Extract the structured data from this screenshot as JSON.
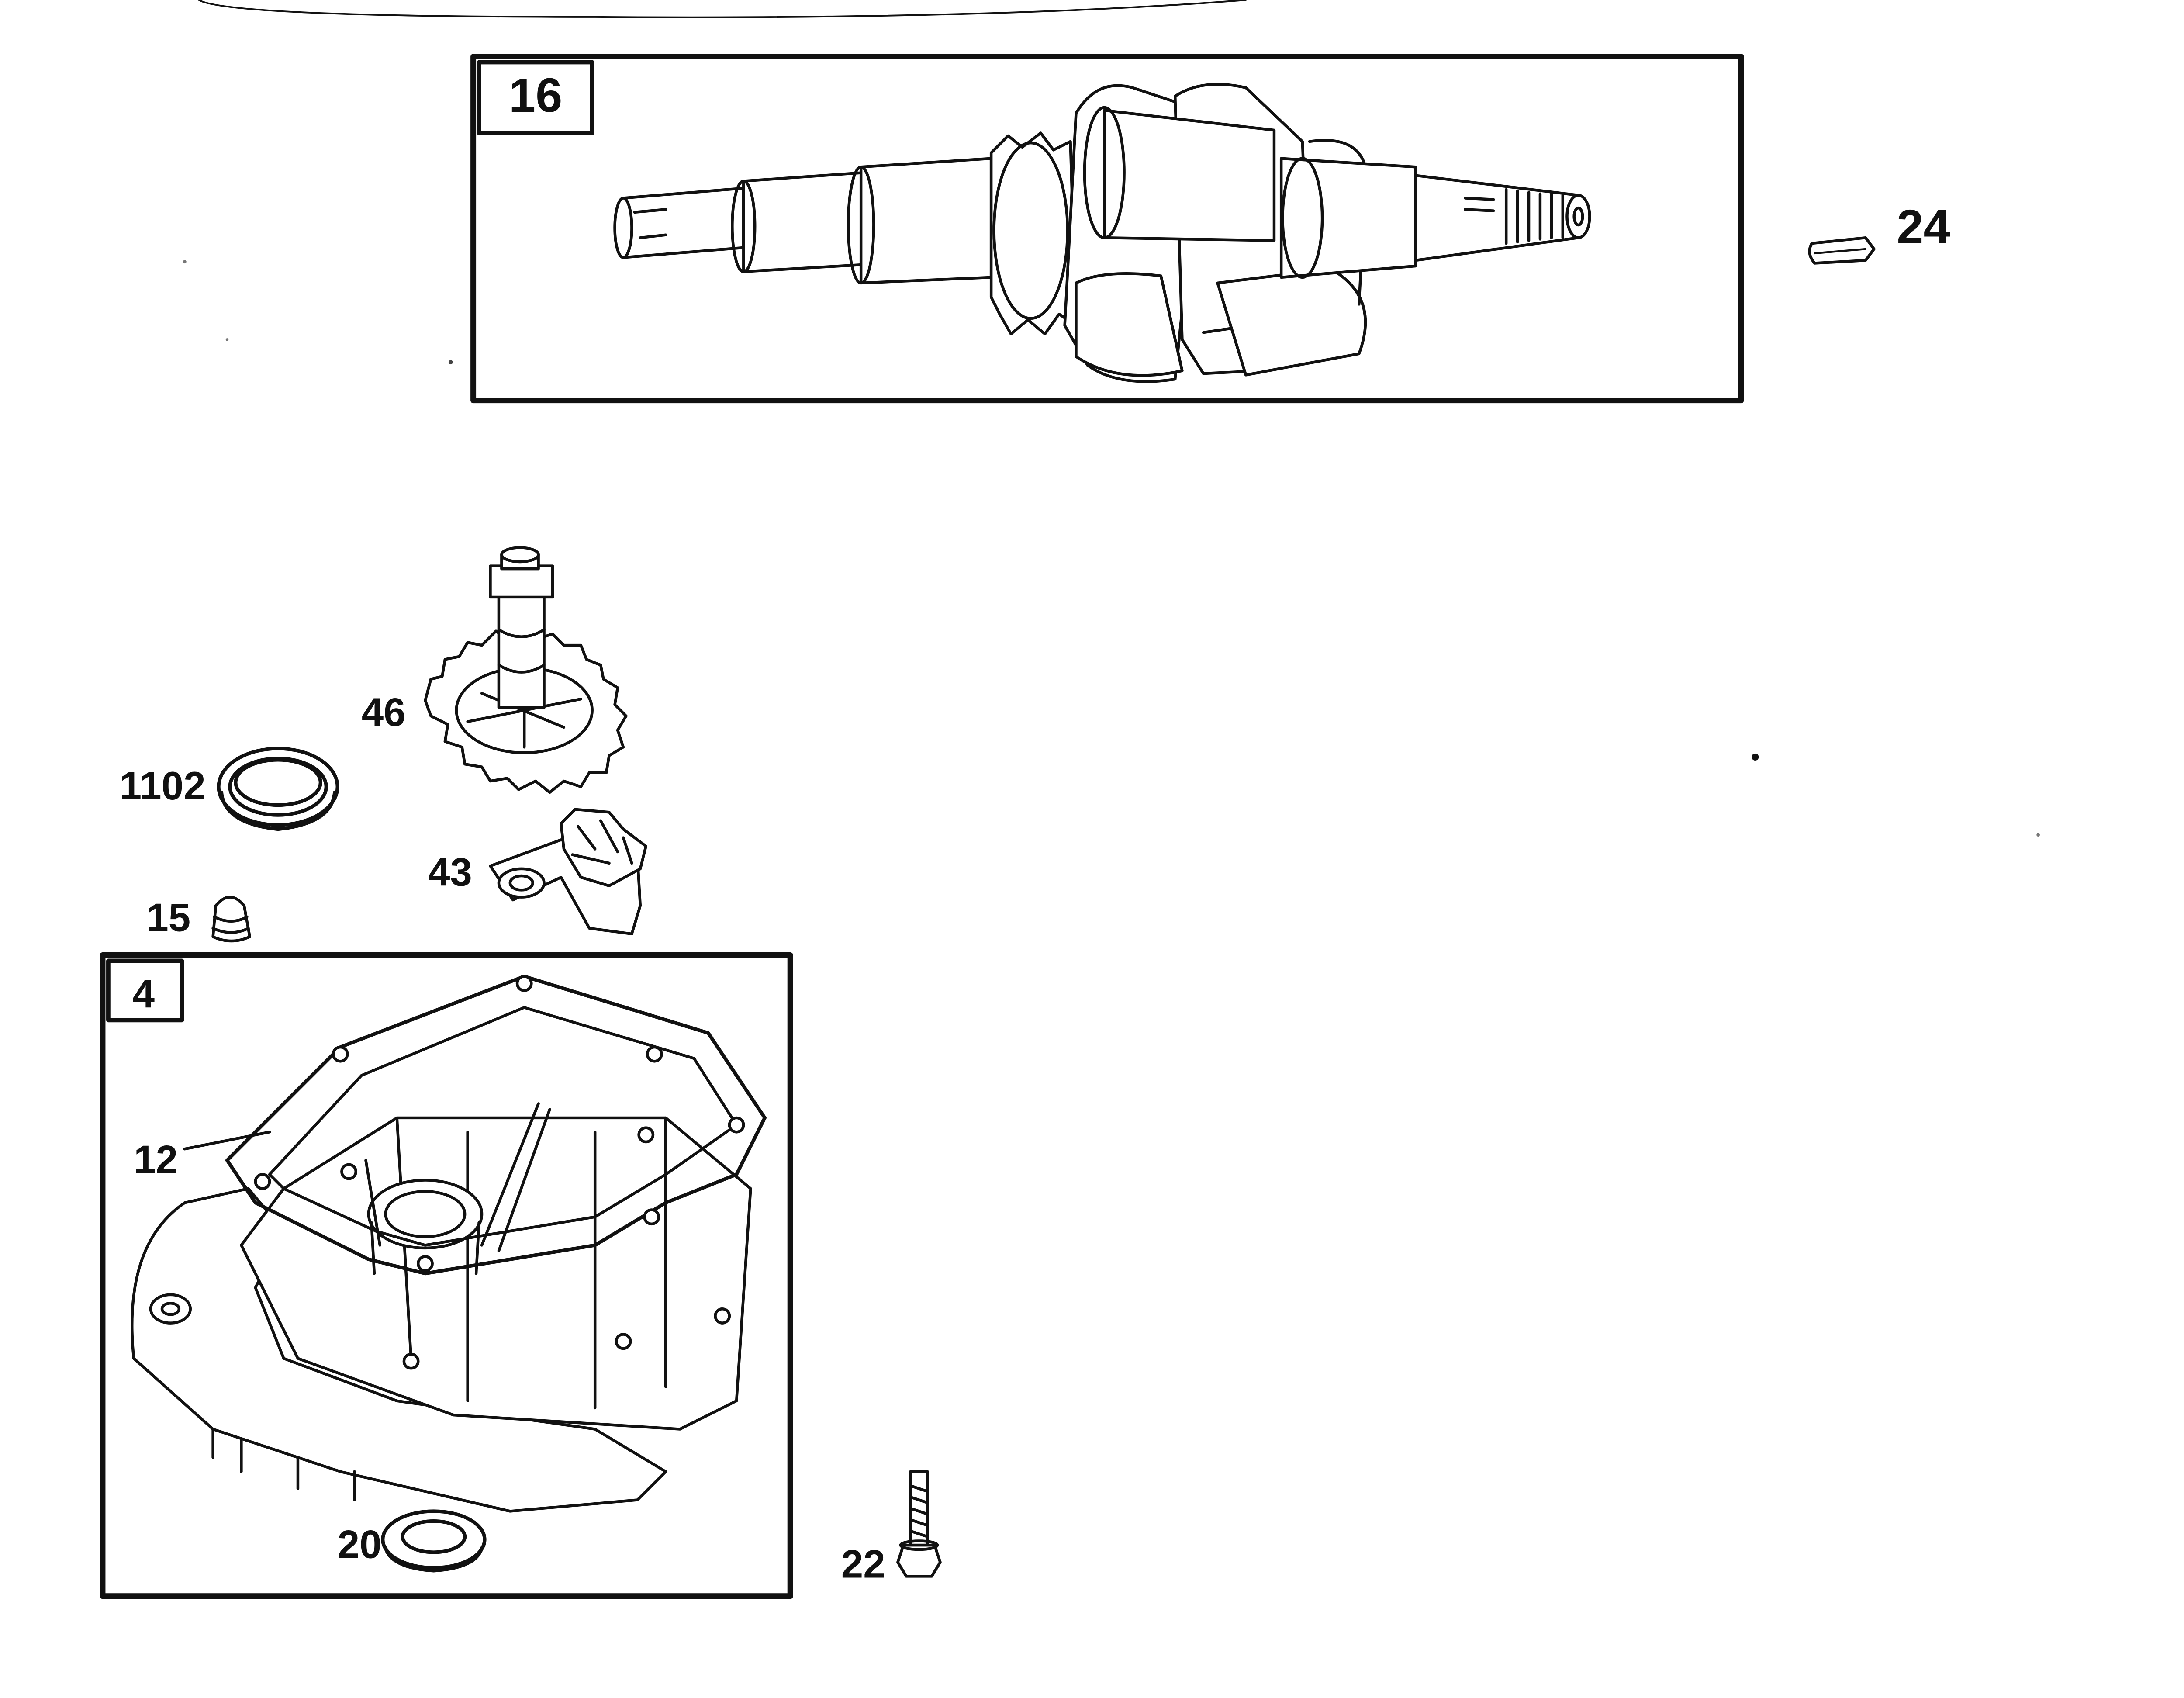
{
  "diagram": {
    "boxes": {
      "crankshaft_box": {
        "number": "16"
      },
      "crankcase_box": {
        "number": "4"
      }
    },
    "callouts": {
      "key": "24",
      "cam_gear": "46",
      "oil_seal": "1102",
      "governor": "43",
      "plug": "15",
      "gasket": "12",
      "oil_seal_lower": "20",
      "bolt": "22"
    }
  }
}
